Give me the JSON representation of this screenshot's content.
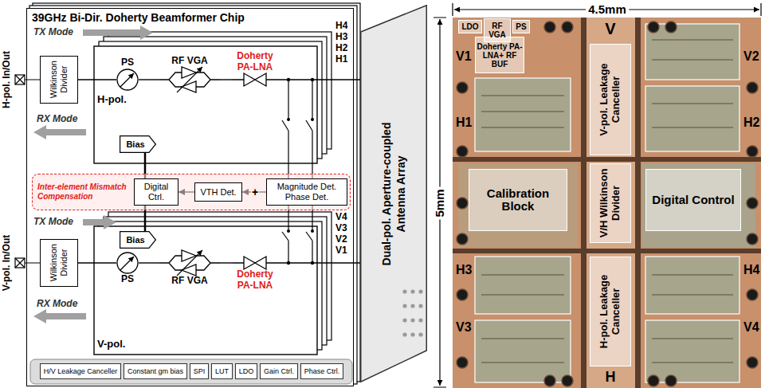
{
  "diagram": {
    "nodes": [
      {
        "text": [
          "39GHz Bi-Dir. Doherty Beamformer Chip"
        ]
      },
      {
        "text": [
          "Wilkinson Divider"
        ],
        "in": 0
      },
      {
        "text": [
          "PS"
        ],
        "in": 0
      },
      {
        "text": [
          "RF VGA"
        ],
        "in": 0
      },
      {
        "text": [
          "Doherty PA-LNA"
        ],
        "in": 0
      },
      {
        "text": [
          "Bias"
        ],
        "in": 0
      },
      {
        "text": [
          "Inter-element Mismatch Compensation"
        ],
        "in": 0
      },
      {
        "text": [
          "Digital Ctrl."
        ],
        "in": 6
      },
      {
        "text": [
          "VTH Det."
        ],
        "in": 6
      },
      {
        "text": [
          "Magnitude Det. Phase Det."
        ],
        "in": 6
      },
      {
        "text": [
          "Wilkinson Divider"
        ],
        "in": 0
      },
      {
        "text": [
          "Bias"
        ],
        "in": 0
      },
      {
        "text": [
          "PS"
        ],
        "in": 0
      },
      {
        "text": [
          "RF VGA"
        ],
        "in": 0
      },
      {
        "text": [
          "Doherty PA-LNA"
        ],
        "in": 0
      },
      {
        "text": [
          "H/V Leakage Canceller"
        ],
        "in": 0
      },
      {
        "text": [
          "Constant gm bias"
        ],
        "in": 0
      },
      {
        "text": [
          "SPI"
        ],
        "in": 0
      },
      {
        "text": [
          "LUT"
        ],
        "in": 0
      },
      {
        "text": [
          "LDO"
        ],
        "in": 0
      },
      {
        "text": [
          "Gain Ctrl."
        ],
        "in": 0
      },
      {
        "text": [
          "Phase Ctrl."
        ],
        "in": 0
      },
      {
        "text": [
          "Dual-pol. Aperture-coupled Antenna Array"
        ]
      },
      {
        "text": [
          "LDO"
        ]
      },
      {
        "text": [
          "RF VGA"
        ]
      },
      {
        "text": [
          "PS"
        ]
      },
      {
        "text": [
          "Doherty PA-LNA+ RF BUF"
        ]
      },
      {
        "text": [
          "V-pol. Leakage Canceller"
        ]
      },
      {
        "text": [
          "Calibration Block"
        ]
      },
      {
        "text": [
          "V/H Wilkinson Divider"
        ]
      },
      {
        "text": [
          "Digital Control"
        ]
      },
      {
        "text": [
          "H-pol. Leakage Canceller"
        ]
      }
    ],
    "edges": [
      {
        "from": 1,
        "to": 2,
        "arrow": "none"
      },
      {
        "from": 2,
        "to": 3,
        "arrow": "none"
      },
      {
        "from": 3,
        "to": 4,
        "arrow": "none"
      },
      {
        "from": 4,
        "to": 22,
        "arrow": "none"
      },
      {
        "from": 10,
        "to": 12,
        "arrow": "none"
      },
      {
        "from": 12,
        "to": 13,
        "arrow": "none"
      },
      {
        "from": 13,
        "to": 14,
        "arrow": "none"
      },
      {
        "from": 14,
        "to": 22,
        "arrow": "none"
      },
      {
        "from": 8,
        "to": 7,
        "arrow": "to"
      },
      {
        "from": 9,
        "to": 8,
        "label": "+",
        "arrow": "to"
      },
      {
        "from": 7,
        "to": 5,
        "arrow": "none"
      },
      {
        "from": 7,
        "to": 11,
        "arrow": "none"
      }
    ],
    "labels": [
      "H-pol. In/Out",
      "TX Mode",
      "RX Mode",
      "H-pol.",
      "H4",
      "H3",
      "H2",
      "H1",
      "V-pol. In/Out",
      "TX Mode",
      "RX Mode",
      "V4",
      "V3",
      "V2",
      "V1",
      "V-pol.",
      "4.5mm",
      "5mm",
      "V",
      "V1",
      "V2",
      "H1",
      "H2",
      "H3",
      "H4",
      "V3",
      "V4",
      "H"
    ]
  }
}
